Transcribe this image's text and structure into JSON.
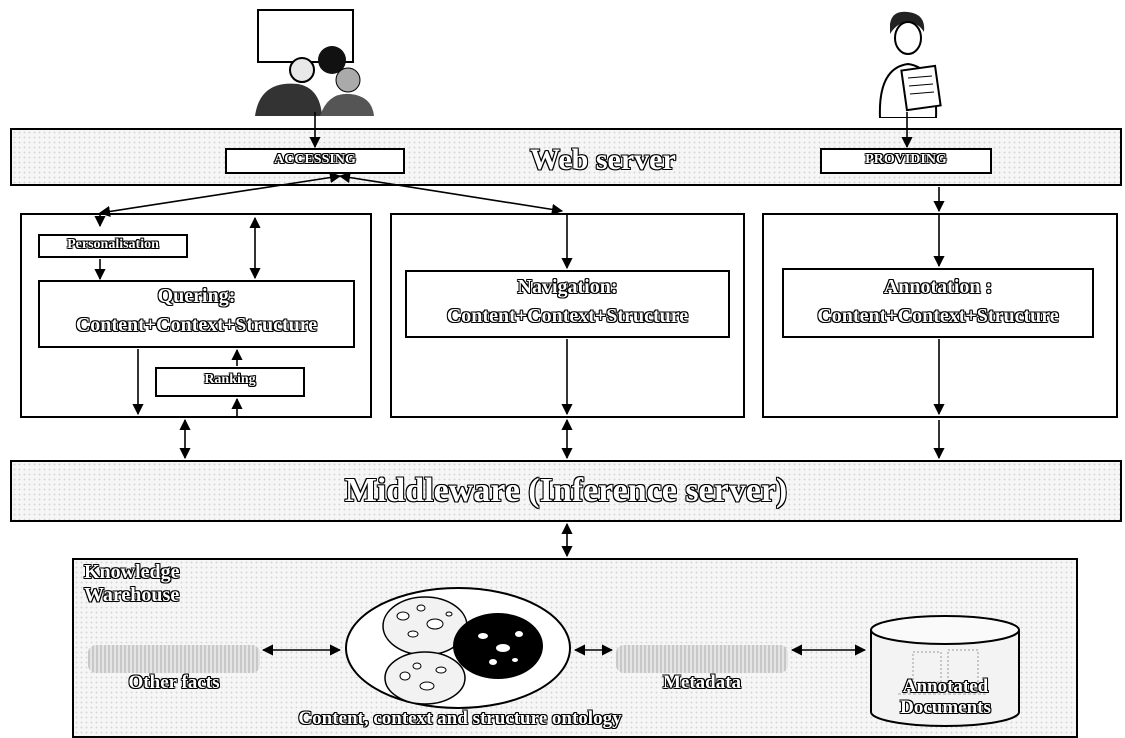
{
  "web_server": {
    "title": "Web server",
    "accessing_label": "ACCESSING",
    "providing_label": "PROVIDING"
  },
  "query_panel": {
    "personalisation_label": "Personalisation",
    "quering_title": "Quering:",
    "quering_sub": "Content+Context+Structure",
    "ranking_label": "Ranking"
  },
  "navigation_panel": {
    "title": "Navigation:",
    "sub": "Content+Context+Structure"
  },
  "annotation_panel": {
    "title": "Annotation :",
    "sub": "Content+Context+Structure"
  },
  "middleware": {
    "title": "Middleware (Inference server)"
  },
  "knowledge_warehouse": {
    "title_line1": "Knowledge",
    "title_line2": "Warehouse",
    "other_facts_label": "Other facts",
    "metadata_label": "Metadata",
    "annotated_line1": "Annotated",
    "annotated_line2": "Documents",
    "ontology_label": "Content, context and structure ontology"
  },
  "icons": {
    "left_user": "users-at-computer-icon",
    "right_user": "person-reading-document-icon"
  }
}
